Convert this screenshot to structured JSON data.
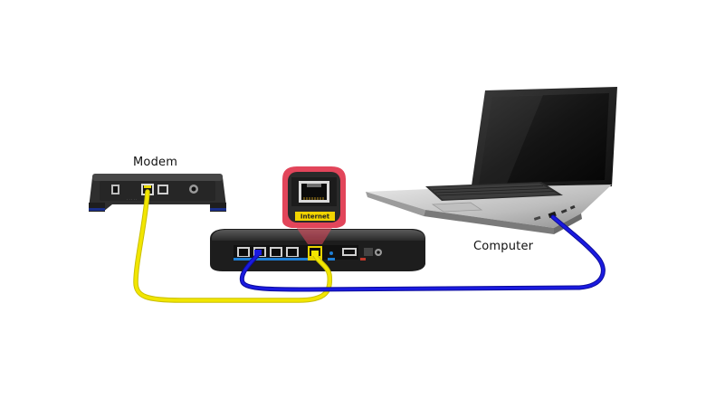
{
  "labels": {
    "modem": "Modem",
    "computer": "Computer",
    "internet_port": "Internet"
  },
  "colors": {
    "background": "#ffffff",
    "device_body": "#2a2a2a",
    "device_top": "#3c3c3c",
    "modem_cable": "#f2e600",
    "computer_cable": "#1a1ae0",
    "highlight_ring": "#e2455a",
    "port_tag": "#f2d400",
    "laptop_silver": "#c8c8c8",
    "laptop_screen": "#111111",
    "router_port_strip": "#1e7fd6"
  },
  "icons": {
    "ethernet_port": "ethernet-port-icon",
    "usb_port": "usb-port-icon",
    "power_jack": "power-jack-icon"
  }
}
